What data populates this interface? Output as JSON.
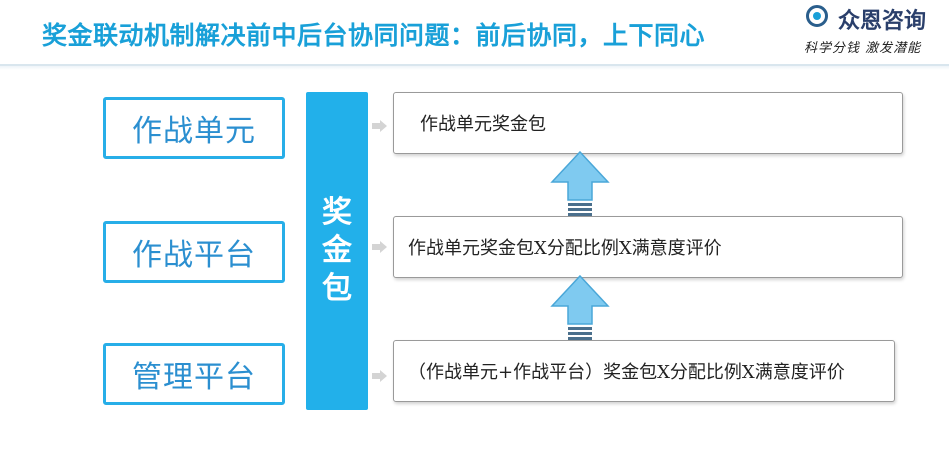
{
  "header": {
    "title": "奖金联动机制解决前中后台协同问题：前后协同，上下同心"
  },
  "logo": {
    "name": "众恩咨询",
    "slogan": "科学分钱 激发潜能"
  },
  "diagram": {
    "left_boxes": [
      "作战单元",
      "作战平台",
      "管理平台"
    ],
    "center_bar": [
      "奖",
      "金",
      "包"
    ],
    "right_boxes": [
      "作战单元奖金包",
      "作战单元奖金包X分配比例X满意度评价",
      "（作战单元+作战平台）奖金包X分配比例X满意度评价"
    ]
  },
  "colors": {
    "accent": "#19a0d8",
    "box_border": "#27aee8",
    "bar_fill": "#22b0ea",
    "arrow_fill": "#7fcaf0"
  }
}
